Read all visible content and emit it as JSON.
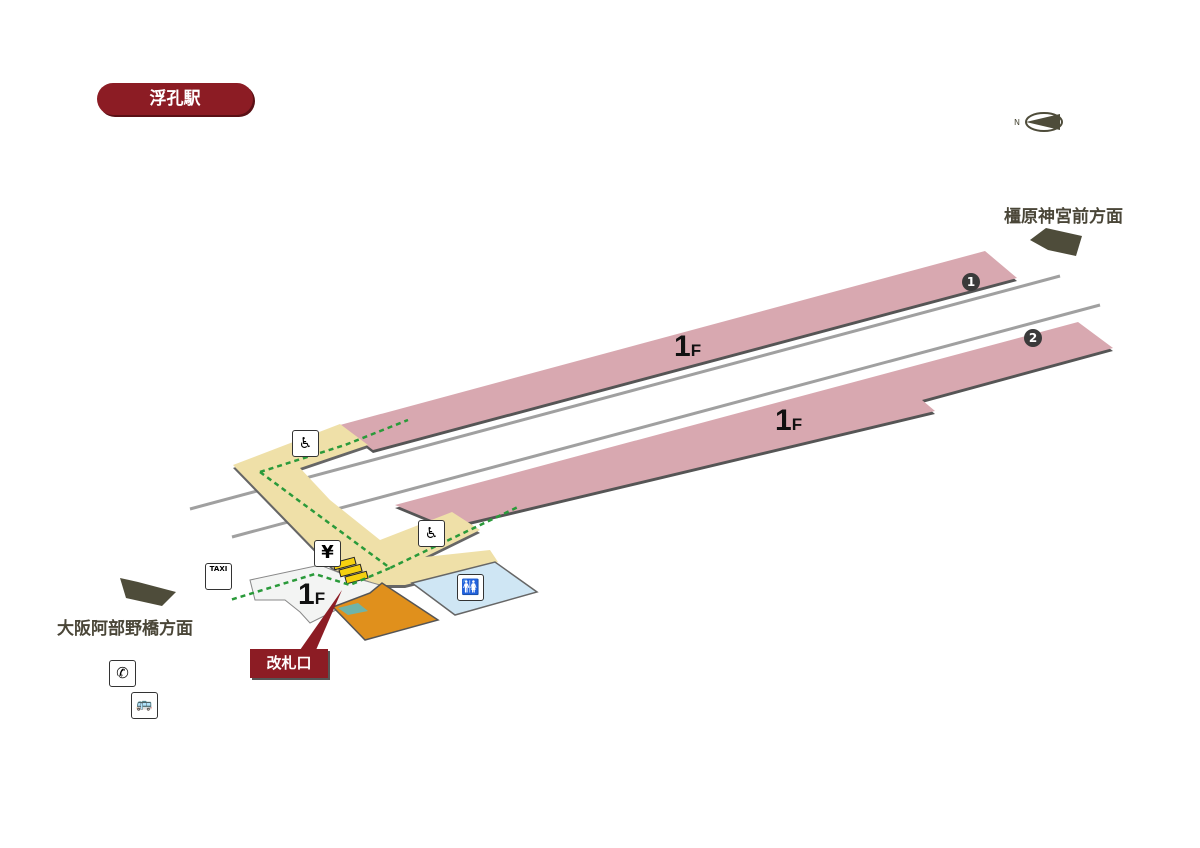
{
  "station_name": "浮孔駅",
  "directions": {
    "east": "橿原神宮前方面",
    "west": "大阪阿部野橋方面"
  },
  "platforms": [
    {
      "number": "1",
      "floor": "1",
      "floor_suffix": "F"
    },
    {
      "number": "2",
      "floor": "1",
      "floor_suffix": "F"
    }
  ],
  "concourse": {
    "floor": "1",
    "floor_suffix": "F"
  },
  "ticket_gate_label": "改札口",
  "compass_label": "N",
  "icons": {
    "taxi": "TAXI",
    "yen": "¥",
    "phone": "✆",
    "bus": "🚌",
    "wheelchair": "♿",
    "toilet": "🚻"
  },
  "colors": {
    "platform": "#d8a8b0",
    "concourse": "#efe0a8",
    "shop": "#e0901c",
    "toilet_area": "#cfe6f4",
    "accent": "#8c1c24",
    "route": "#2a9a3a"
  }
}
